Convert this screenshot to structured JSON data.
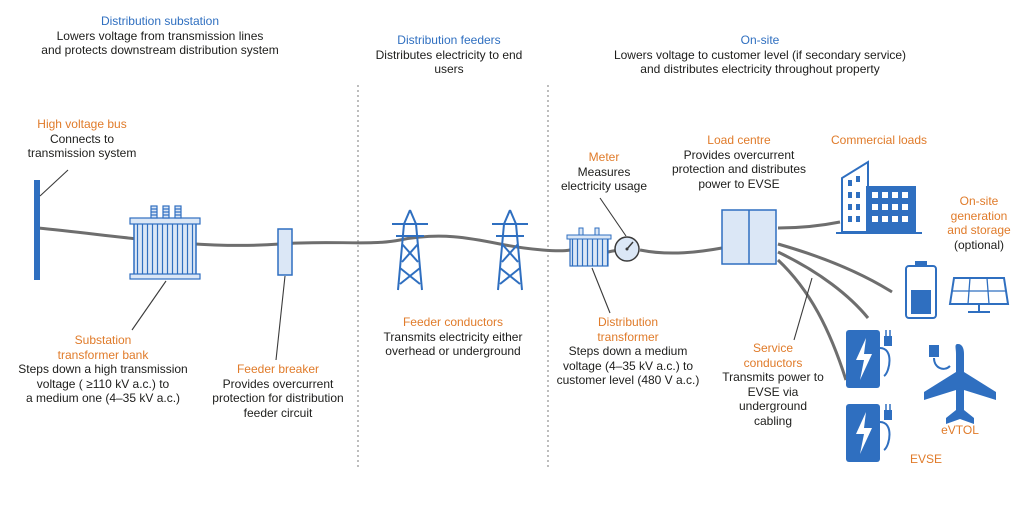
{
  "colors": {
    "heading_blue": "#2f6fc0",
    "label_orange": "#e07b2a",
    "text_dark": "#1d1d1b",
    "equipment_blue": "#2f6fc0",
    "equipment_light": "#dbe7f6",
    "line_grey": "#6e6e6e",
    "divider_grey": "#9a9a9a"
  },
  "sections": {
    "substation": {
      "title": "Distribution substation",
      "desc_1": "Lowers voltage from transmission lines",
      "desc_2": "and protects downstream distribution system"
    },
    "feeders": {
      "title": "Distribution feeders",
      "desc_1": "Distributes electricity to end",
      "desc_2": "users"
    },
    "onsite": {
      "title": "On-site",
      "desc_1": "Lowers voltage to customer level (if secondary service)",
      "desc_2": "and distributes electricity throughout property"
    }
  },
  "components": {
    "hv_bus": {
      "name": "High voltage bus",
      "desc_1": "Connects to",
      "desc_2": "transmission system"
    },
    "substation_transformer": {
      "name_1": "Substation",
      "name_2": "transformer bank",
      "desc_1": "Steps down a high transmission",
      "desc_2": "voltage ( ≥110 kV a.c.) to",
      "desc_3": "a medium one (4–35 kV a.c.)"
    },
    "feeder_breaker": {
      "name": "Feeder breaker",
      "desc_1": "Provides overcurrent",
      "desc_2": "protection for distribution",
      "desc_3": "feeder circuit"
    },
    "feeder_conductors": {
      "name": "Feeder conductors",
      "desc_1": "Transmits electricity either",
      "desc_2": "overhead or underground"
    },
    "meter": {
      "name": "Meter",
      "desc_1": "Measures",
      "desc_2": "electricity usage"
    },
    "distribution_transformer": {
      "name_1": "Distribution",
      "name_2": "transformer",
      "desc_1": "Steps down a medium",
      "desc_2": "voltage (4–35 kV a.c.) to",
      "desc_3": "customer level (480 V a.c.)"
    },
    "load_centre": {
      "name": "Load centre",
      "desc_1": "Provides overcurrent",
      "desc_2": "protection and distributes",
      "desc_3": "power to EVSE"
    },
    "commercial_loads": {
      "name": "Commercial loads"
    },
    "onsite_generation": {
      "name_1": "On-site",
      "name_2": "generation",
      "name_3": "and storage",
      "note": "(optional)"
    },
    "service_conductors": {
      "name_1": "Service",
      "name_2": "conductors",
      "desc_1": "Transmits power to",
      "desc_2": "EVSE via",
      "desc_3": "underground",
      "desc_4": "cabling"
    },
    "evtol": {
      "name": "eVTOL"
    },
    "evse": {
      "name": "EVSE"
    }
  },
  "icons": [
    "high-voltage-bus-icon",
    "substation-transformer-icon",
    "feeder-breaker-icon",
    "transmission-tower-icon",
    "distribution-transformer-icon",
    "meter-icon",
    "load-centre-icon",
    "commercial-building-icon",
    "battery-icon",
    "solar-panel-icon",
    "ev-charger-icon",
    "evtol-aircraft-icon"
  ]
}
